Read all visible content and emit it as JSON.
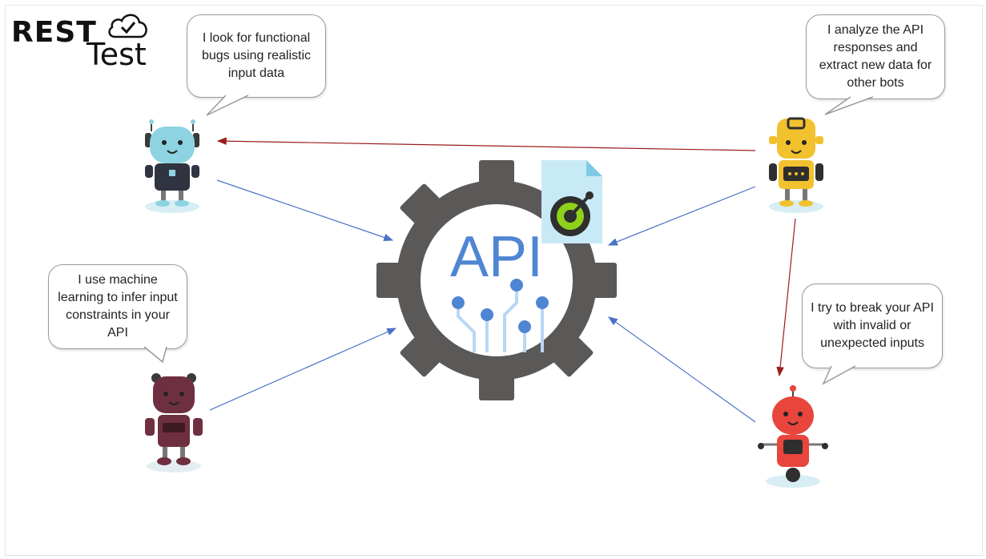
{
  "logo": {
    "rest": "REST",
    "test": "Test"
  },
  "hub": {
    "label": "API"
  },
  "bots": {
    "functional": {
      "text": "I look for functional bugs using realistic input data",
      "color": "#8ed3e2"
    },
    "analyzer": {
      "text": "I analyze the API responses and extract new data for other bots",
      "color": "#f2c12e"
    },
    "ml": {
      "text": "I use machine learning to infer input constraints in your API",
      "color": "#6e3040"
    },
    "breaker": {
      "text": "I try to break your API with invalid or unexpected inputs",
      "color": "#e8453c"
    }
  },
  "colors": {
    "gear": "#5b5858",
    "api_text": "#4f86d3",
    "blue_arrow": "#4a72c6",
    "red_arrow": "#9b1c1c"
  }
}
